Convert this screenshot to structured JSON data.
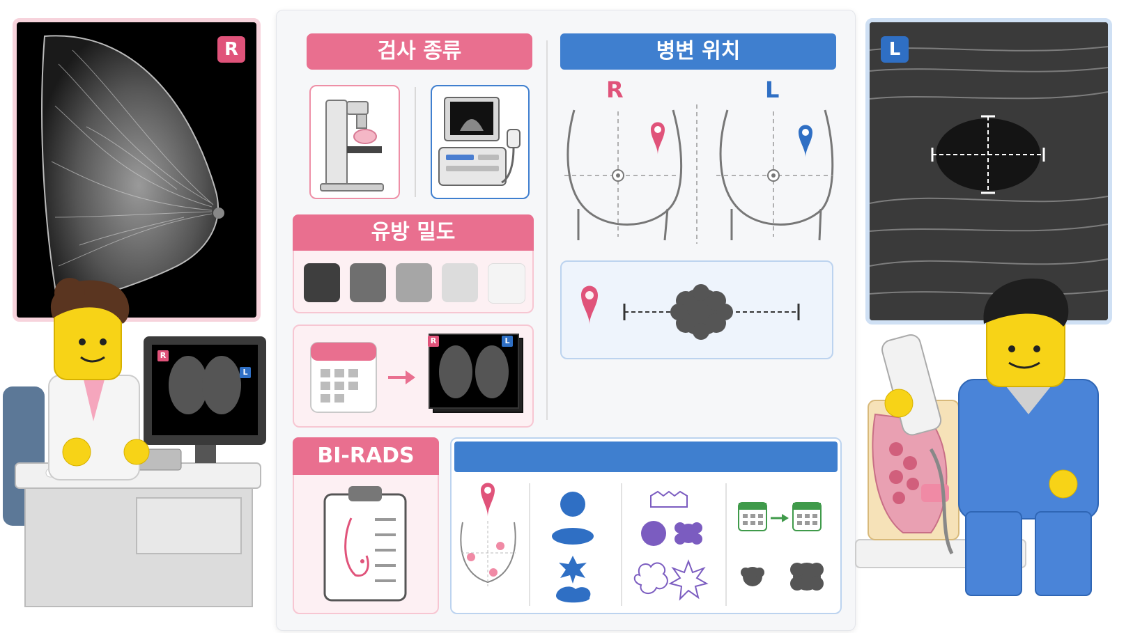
{
  "left_image": {
    "badge": "R",
    "badge_color": "#e0537a"
  },
  "right_image": {
    "badge": "L",
    "badge_color": "#2f6fc4"
  },
  "exam_type": {
    "title": "검사 종류"
  },
  "lesion_location": {
    "title": "병변 위치",
    "right_label": "R",
    "left_label": "L"
  },
  "breast_density": {
    "title": "유방 밀도",
    "levels": [
      "#3e3e3e",
      "#6f6f6f",
      "#a6a6a6",
      "#dcdcdc",
      "#f4f4f4"
    ]
  },
  "birads": {
    "title": "BI-RADS"
  },
  "monitor": {
    "left_badge": "R",
    "right_badge": "L"
  },
  "comparison": {
    "film_left_badge": "R",
    "film_right_badge": "L"
  },
  "colors": {
    "pink": "#e96f8f",
    "blue": "#3f7fcf",
    "green": "#3f9a4a",
    "purple": "#7b5cc0"
  }
}
